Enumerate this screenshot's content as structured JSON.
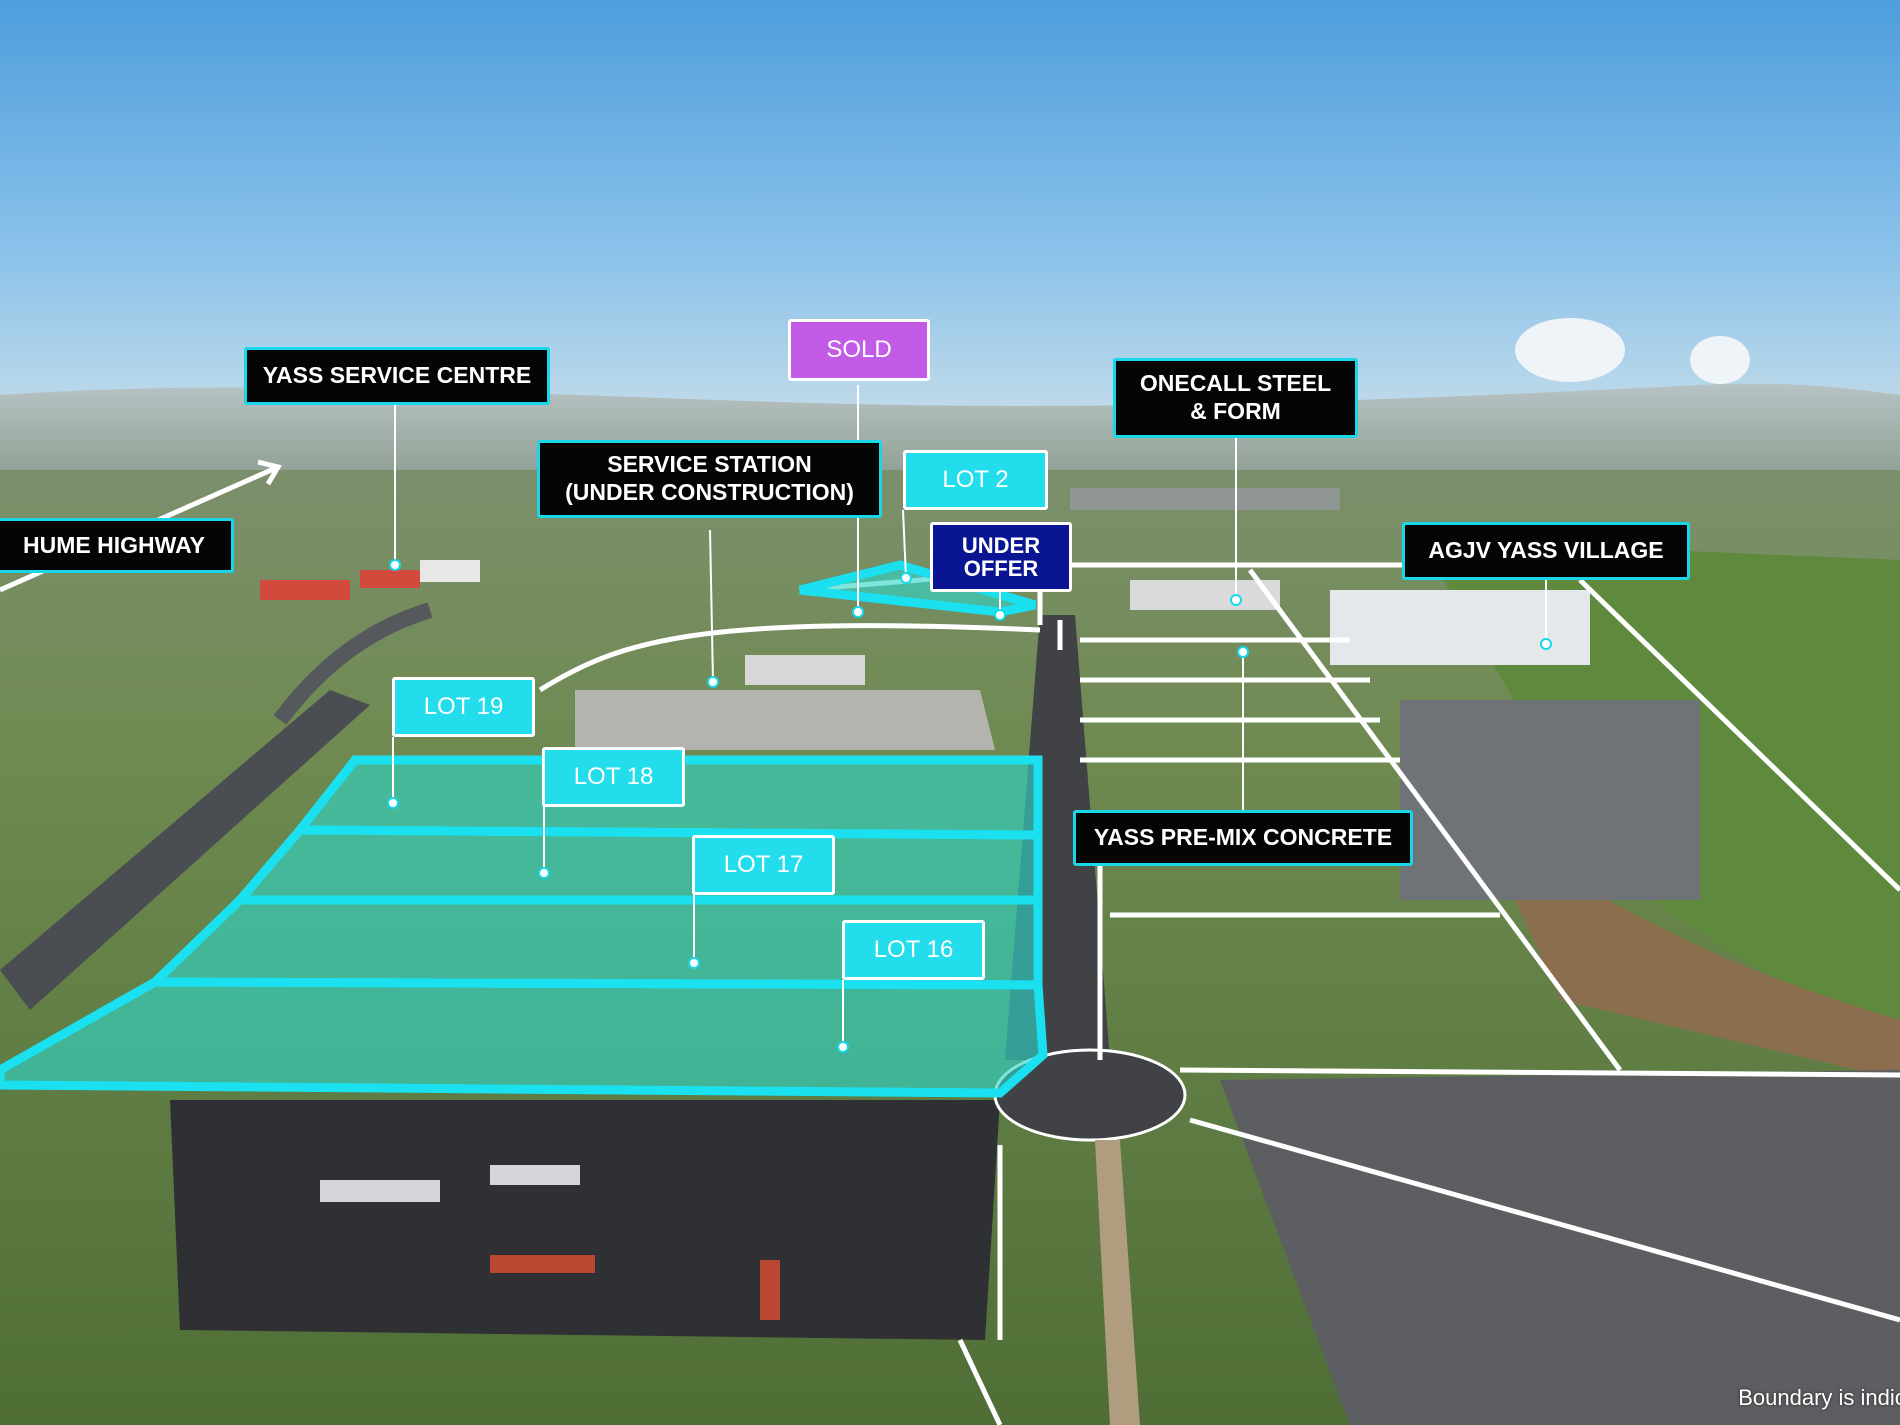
{
  "labels": {
    "hume_highway": "HUME HIGHWAY",
    "yass_service_centre": "YASS SERVICE CENTRE",
    "sold": "SOLD",
    "service_station": "SERVICE STATION\n(UNDER CONSTRUCTION)",
    "lot_2": "LOT 2",
    "under_offer": "UNDER\nOFFER",
    "onecall": "ONECALL STEEL\n& FORM",
    "agjv": "AGJV YASS VILLAGE",
    "yass_premix": "YASS PRE-MIX CONCRETE",
    "lot_19": "LOT 19",
    "lot_18": "LOT 18",
    "lot_17": "LOT 17",
    "lot_16": "LOT 16"
  },
  "disclaimer": "Boundary is indictive",
  "colors": {
    "lot_fill": "#2ed6c9",
    "lot_border": "#1ae0f0",
    "label_dark_bg": "#050505",
    "label_border": "#19d6e8",
    "sold_bg": "#c25be6",
    "under_offer_bg": "#0a1593",
    "boundary_line": "#ffffff"
  }
}
